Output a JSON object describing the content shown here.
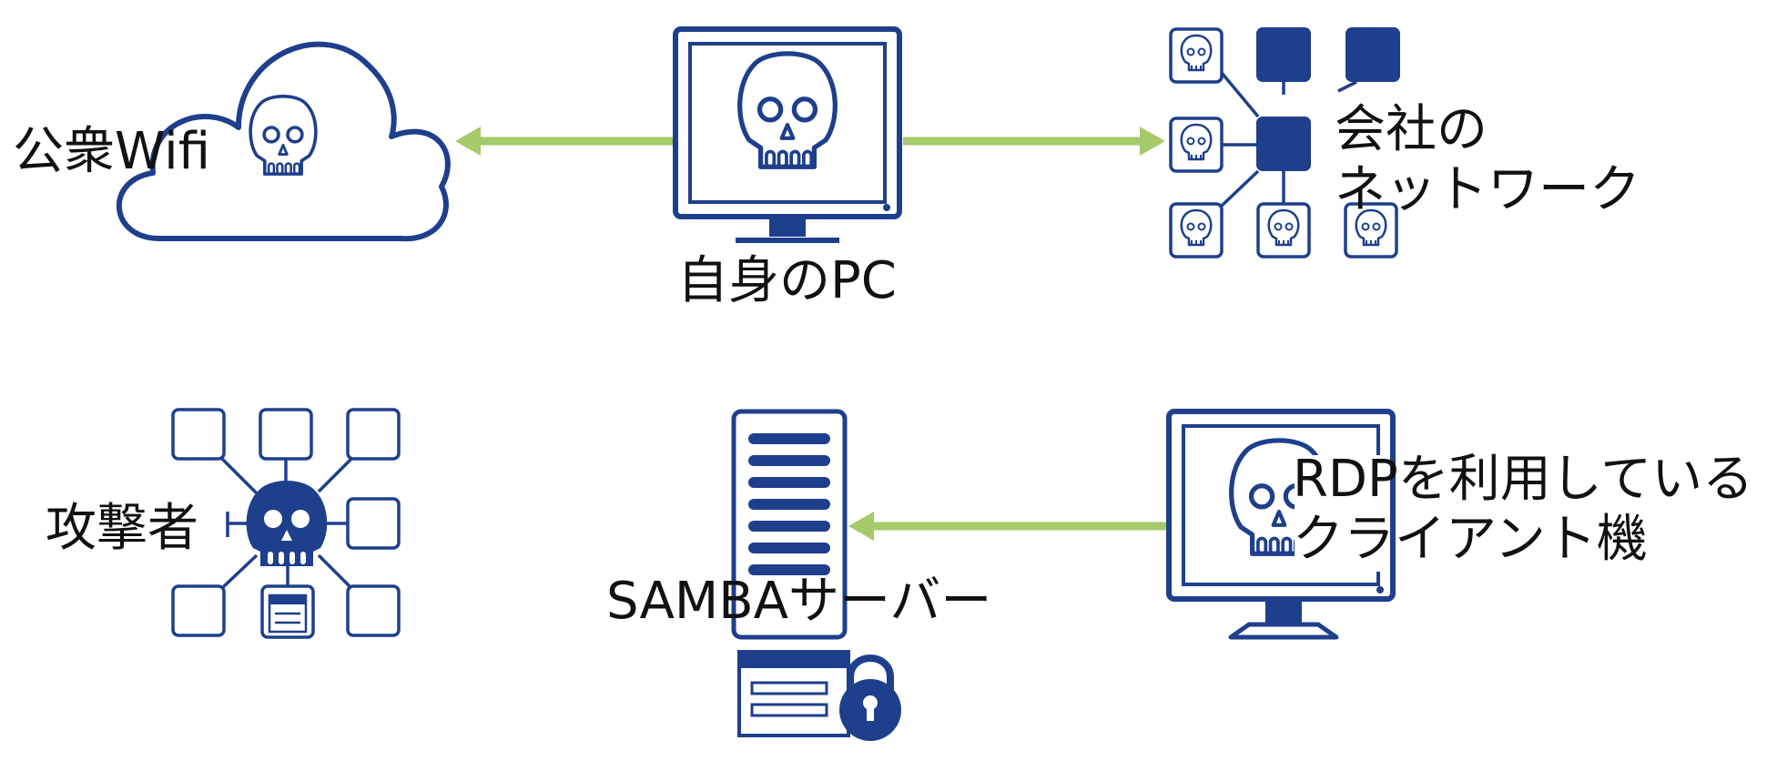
{
  "colors": {
    "stroke": "#1e3f8c",
    "fill": "#1e3f8c",
    "arrow": "#a6c96a",
    "text": "#111111",
    "background": "#ffffff"
  },
  "nodes": {
    "public_wifi": {
      "label": "公衆Wifi",
      "icon": "cloud-skull-icon"
    },
    "own_pc": {
      "label": "自身のPC",
      "icon": "monitor-skull-icon"
    },
    "company_network": {
      "label_lines": [
        "会社の",
        "ネットワーク"
      ],
      "icon": "network-skull-icon"
    },
    "attacker": {
      "label": "攻撃者",
      "icon": "attacker-hub-icon"
    },
    "samba_server": {
      "label": "SAMBAサーバー",
      "icon": "server-lock-icon"
    },
    "rdp_client": {
      "label_lines": [
        "RDPを利用している",
        "クライアント機"
      ],
      "icon": "monitor-skull-icon"
    }
  },
  "edges": [
    {
      "from": "own_pc",
      "to": "public_wifi"
    },
    {
      "from": "own_pc",
      "to": "company_network"
    },
    {
      "from": "rdp_client",
      "to": "samba_server"
    }
  ]
}
